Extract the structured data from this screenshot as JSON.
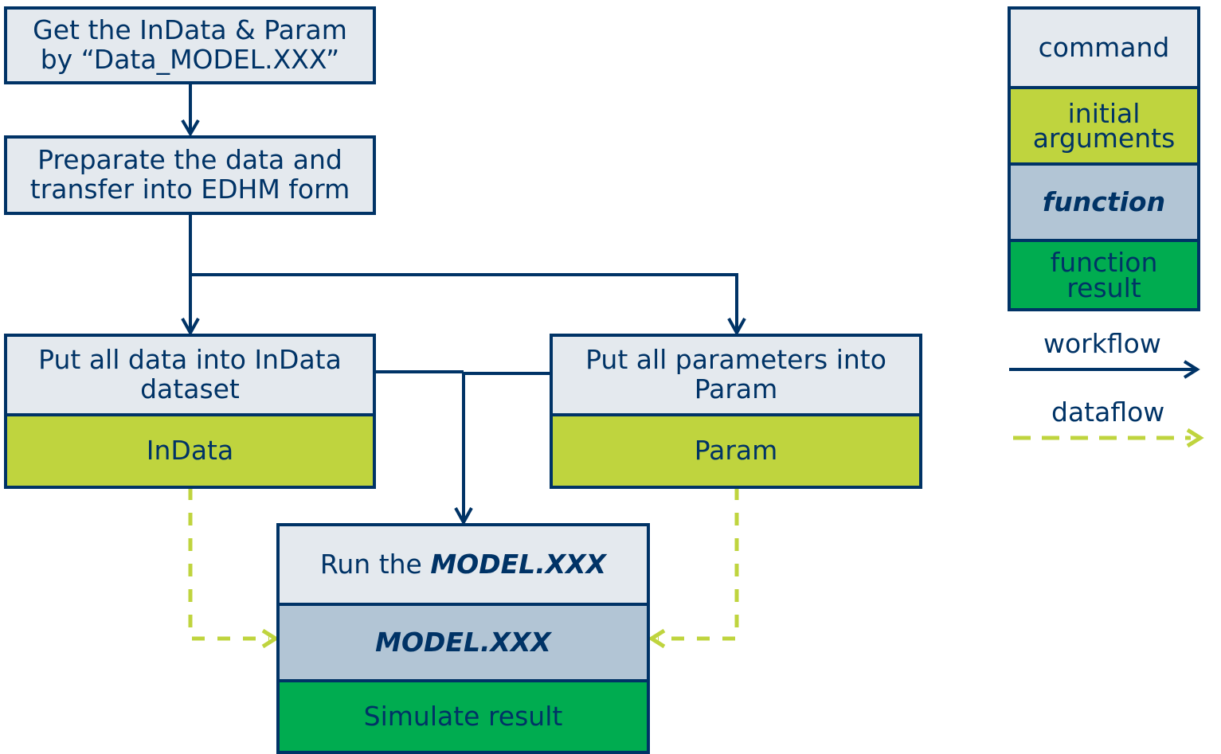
{
  "colors": {
    "border": "#003366",
    "command": "#e4e9ee",
    "initial_arguments": "#bfd43e",
    "function": "#b2c5d5",
    "function_result": "#00ac50",
    "dataflow": "#bfd43e"
  },
  "nodes": {
    "get_data": {
      "line1": "Get the InData & Param",
      "line2": "by “Data_MODEL.XXX”"
    },
    "prepare": {
      "line1": "Preparate the data and",
      "line2": "transfer into EDHM form"
    },
    "indata_box": {
      "command_line1": "Put all data into InData",
      "command_line2": "dataset",
      "argument": "InData"
    },
    "param_box": {
      "command_line1": "Put all parameters into",
      "command_line2": "Param",
      "argument": "Param"
    },
    "run_box": {
      "command_prefix": "Run the ",
      "command_model": "MODEL.XXX",
      "function": "MODEL.XXX",
      "result": "Simulate result"
    }
  },
  "legend": {
    "command": "command",
    "initial_arguments_line1": "initial",
    "initial_arguments_line2": "arguments",
    "function": "function",
    "function_result_line1": "function",
    "function_result_line2": "result",
    "workflow": "workflow",
    "dataflow": "dataflow"
  }
}
